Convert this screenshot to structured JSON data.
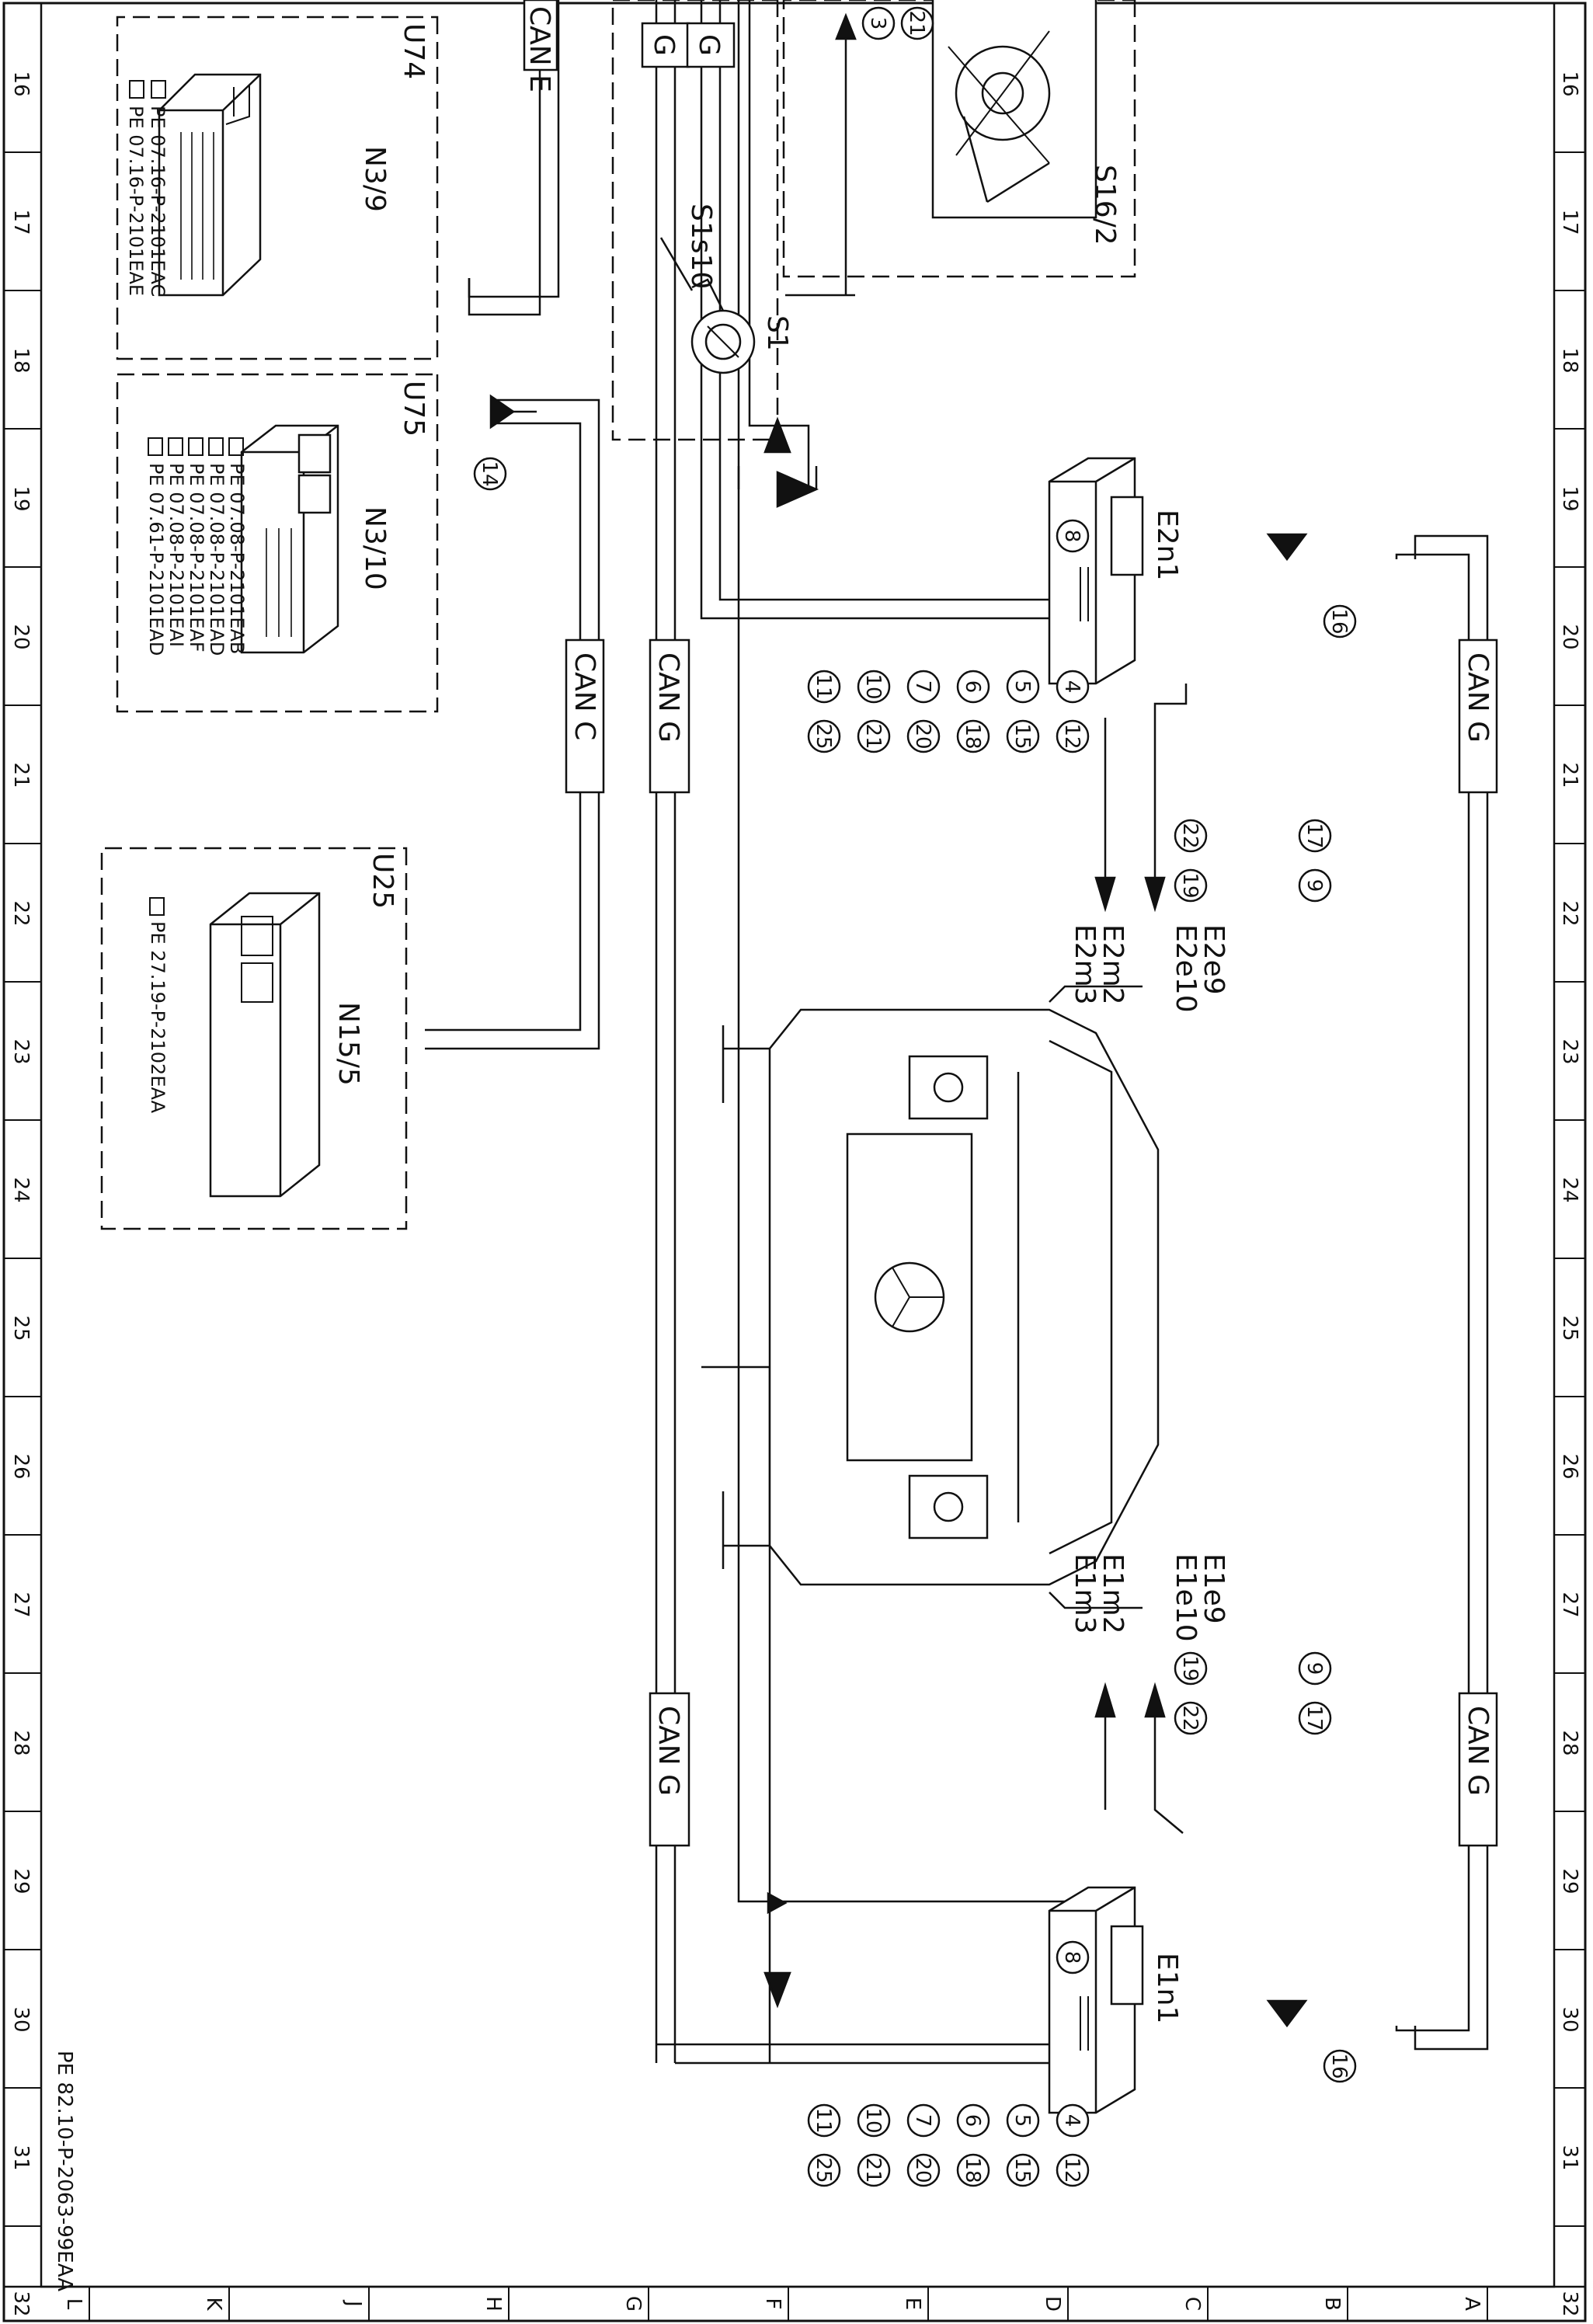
{
  "document": {
    "footer_ref": "PE 82.10-P-2063-99EAA"
  },
  "frame": {
    "columns": [
      "16",
      "17",
      "18",
      "19",
      "20",
      "21",
      "22",
      "23",
      "24",
      "25",
      "26",
      "27",
      "28",
      "29",
      "30",
      "31",
      "32"
    ],
    "rows": [
      "L",
      "K",
      "J",
      "H",
      "G",
      "F",
      "E",
      "D",
      "C",
      "B",
      "A"
    ]
  },
  "modules": {
    "u74": {
      "tag": "U74",
      "name": "N3/9",
      "refs": [
        "PE 07.16-P-2101EAC",
        "PE 07.16-P-2101EAE"
      ]
    },
    "u75": {
      "tag": "U75",
      "name": "N3/10",
      "refs": [
        "PE 07.08-P-2101EAB",
        "PE 07.08-P-2101EAD",
        "PE 07.08-P-2101EAF",
        "PE 07.08-P-2101EAI",
        "PE 07.61-P-2101EAD"
      ]
    },
    "u25": {
      "tag": "U25",
      "name": "N15/5",
      "refs": [
        "PE 27.19-P-2102EAA"
      ]
    },
    "s1": {
      "name": "S1",
      "sub": "S1s10"
    },
    "s16": {
      "name": "S16/2"
    },
    "e2n1": {
      "name": "E2n1"
    },
    "e1n1": {
      "name": "E1n1"
    }
  },
  "bus_labels": {
    "can_e": "CAN E",
    "can_c": "CAN C",
    "can_g": "CAN G",
    "g": "G"
  },
  "lamps": {
    "right_upper": [
      "E2e9",
      "E2e10"
    ],
    "right_lower": [
      "E2m2",
      "E2m3"
    ],
    "left_upper": [
      "E1e9",
      "E1e10"
    ],
    "left_lower": [
      "E1m2",
      "E1m3"
    ]
  },
  "signals": {
    "s1_out": [
      "3",
      "21"
    ],
    "u75_in": [
      "14"
    ],
    "e2_in": [
      "8"
    ],
    "e2_top": [
      "16"
    ],
    "e2_upper": [
      "17",
      "9"
    ],
    "e2_lower": [
      "22",
      "19"
    ],
    "e2_bus_row1": [
      "4",
      "5",
      "6",
      "7",
      "10",
      "11"
    ],
    "e2_bus_row2": [
      "12",
      "15",
      "18",
      "20",
      "21",
      "25"
    ],
    "e1_in": [
      "8"
    ],
    "e1_top": [
      "16"
    ],
    "e1_upper": [
      "9",
      "17"
    ],
    "e1_lower": [
      "19",
      "22"
    ],
    "e1_bus_row1": [
      "4",
      "5",
      "6",
      "7",
      "10",
      "11"
    ],
    "e1_bus_row2": [
      "12",
      "15",
      "18",
      "20",
      "21",
      "25"
    ]
  }
}
